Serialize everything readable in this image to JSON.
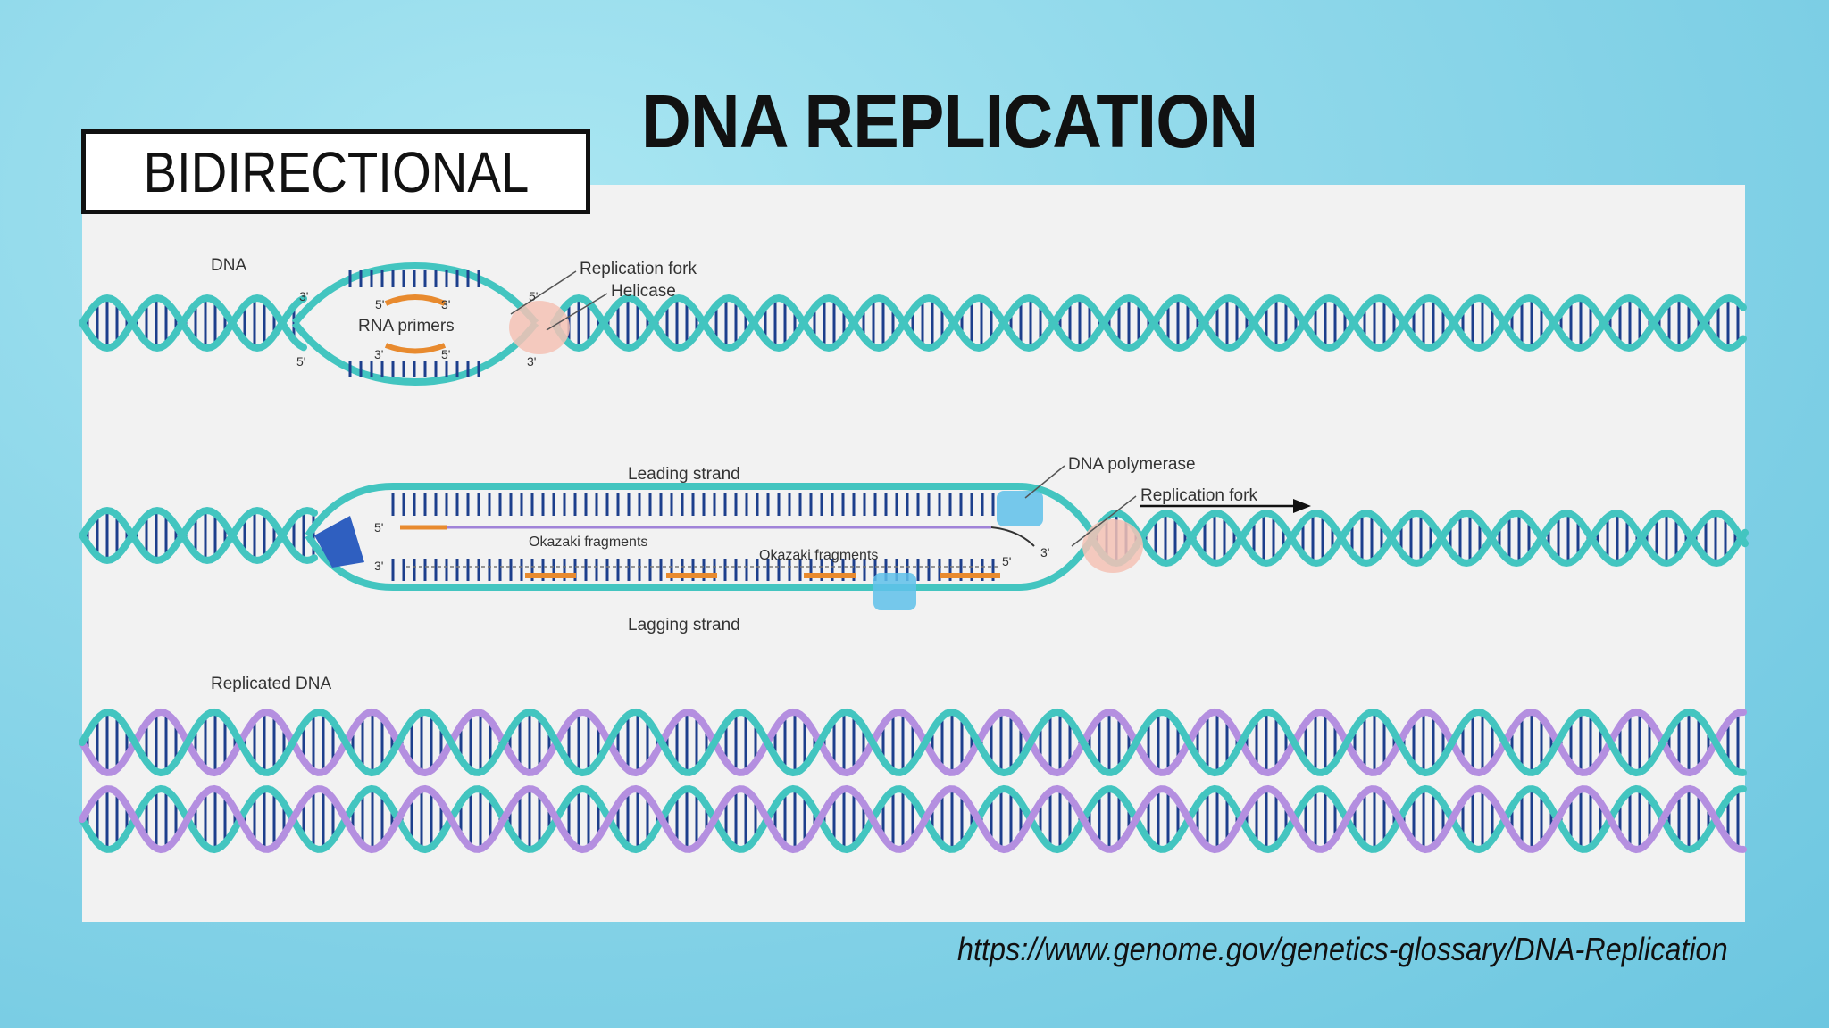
{
  "slide": {
    "title": "DNA REPLICATION",
    "tag": "BIDIRECTIONAL",
    "source": "https://www.genome.gov/genetics-glossary/DNA-Replication"
  },
  "diagram": {
    "row1": {
      "label": "DNA",
      "rna_primers": "RNA primers",
      "replication_fork": "Replication fork",
      "helicase": "Helicase",
      "ends": [
        "3'",
        "5'",
        "5'",
        "3'",
        "3'",
        "5'",
        "5'",
        "3'"
      ]
    },
    "row2": {
      "leading_strand": "Leading strand",
      "lagging_strand": "Lagging strand",
      "okazaki_left": "Okazaki fragments",
      "okazaki_right": "Okazaki fragments",
      "dna_polymerase": "DNA polymerase",
      "replication_fork": "Replication fork",
      "ends": [
        "5'",
        "3'",
        "3'",
        "5'"
      ]
    },
    "row3": {
      "label": "Replicated DNA"
    },
    "colors": {
      "parent_strand": "#43c5c0",
      "new_strand": "#b48fe0",
      "base_pairs": "#1d3f8c",
      "primer": "#e88a2e",
      "helicase": "#f4c2b5",
      "polymerase": "#5fc1ea",
      "pentagon": "#2f5fc0"
    }
  }
}
